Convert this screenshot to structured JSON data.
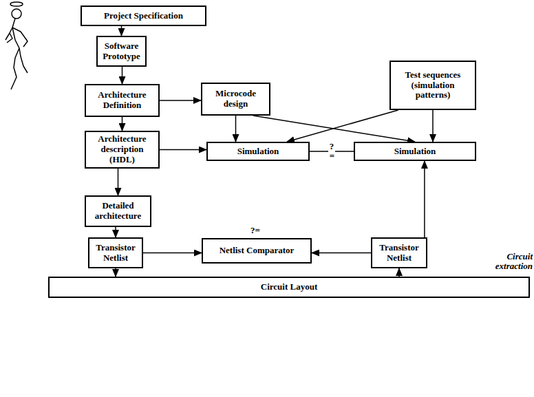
{
  "diagram": {
    "nodes": [
      {
        "text": [
          "Project Specification"
        ]
      },
      {
        "text": [
          "Software Prototype"
        ]
      },
      {
        "text": [
          "Architecture Definition"
        ]
      },
      {
        "text": [
          "Microcode design"
        ]
      },
      {
        "text": [
          "Test sequences (simulation patterns)"
        ]
      },
      {
        "text": [
          "Architecture description (HDL)"
        ]
      },
      {
        "text": [
          "Simulation"
        ]
      },
      {
        "text": [
          "Simulation"
        ]
      },
      {
        "text": [
          "Detailed architecture"
        ]
      },
      {
        "text": [
          "Transistor Netlist"
        ]
      },
      {
        "text": [
          "Netlist Comparator"
        ]
      },
      {
        "text": [
          "Transistor Netlist"
        ]
      },
      {
        "text": [
          "Circuit Layout"
        ]
      }
    ],
    "edges": [
      {
        "from": 0,
        "to": 1,
        "arrow": "to"
      },
      {
        "from": 1,
        "to": 2,
        "arrow": "to"
      },
      {
        "from": 2,
        "to": 3,
        "arrow": "to"
      },
      {
        "from": 2,
        "to": 5,
        "arrow": "to"
      },
      {
        "from": 3,
        "to": 6,
        "arrow": "to"
      },
      {
        "from": 3,
        "to": 7,
        "arrow": "to"
      },
      {
        "from": 4,
        "to": 6,
        "arrow": "to"
      },
      {
        "from": 4,
        "to": 7,
        "arrow": "to"
      },
      {
        "from": 5,
        "to": 6,
        "arrow": "to"
      },
      {
        "from": 5,
        "to": 8,
        "arrow": "to"
      },
      {
        "from": 6,
        "to": 7,
        "label": "?=",
        "arrow": "none"
      },
      {
        "from": 8,
        "to": 9,
        "arrow": "to"
      },
      {
        "from": 9,
        "to": 10,
        "arrow": "to"
      },
      {
        "from": 9,
        "to": 12,
        "arrow": "to"
      },
      {
        "from": 11,
        "to": 10,
        "arrow": "to"
      },
      {
        "from": 12,
        "to": 11,
        "arrow": "to"
      },
      {
        "from": 11,
        "to": 7,
        "arrow": "to"
      }
    ],
    "labels": [
      "?=",
      "Circuit extraction"
    ]
  }
}
